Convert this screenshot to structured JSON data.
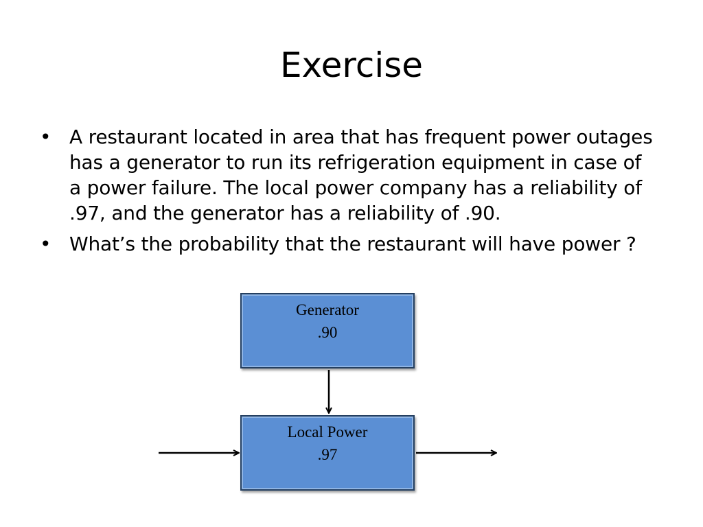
{
  "slide": {
    "title": "Exercise",
    "bullets": [
      {
        "marker": "•",
        "text": "A restaurant located in area that has frequent power outages has a generator to run its refrigeration equipment in case of a power failure. The local power company has a reliability of .97, and the generator has a reliability of .90."
      },
      {
        "marker": "•",
        "text": "What’s the probability that the restaurant will have power ?"
      }
    ]
  },
  "diagram": {
    "generator": {
      "label": "Generator",
      "value": ".90"
    },
    "local_power": {
      "label": "Local Power",
      "value": ".97"
    },
    "colors": {
      "box_fill": "#5b8fd4",
      "box_border": "#243f60",
      "arrow": "#000000"
    }
  }
}
